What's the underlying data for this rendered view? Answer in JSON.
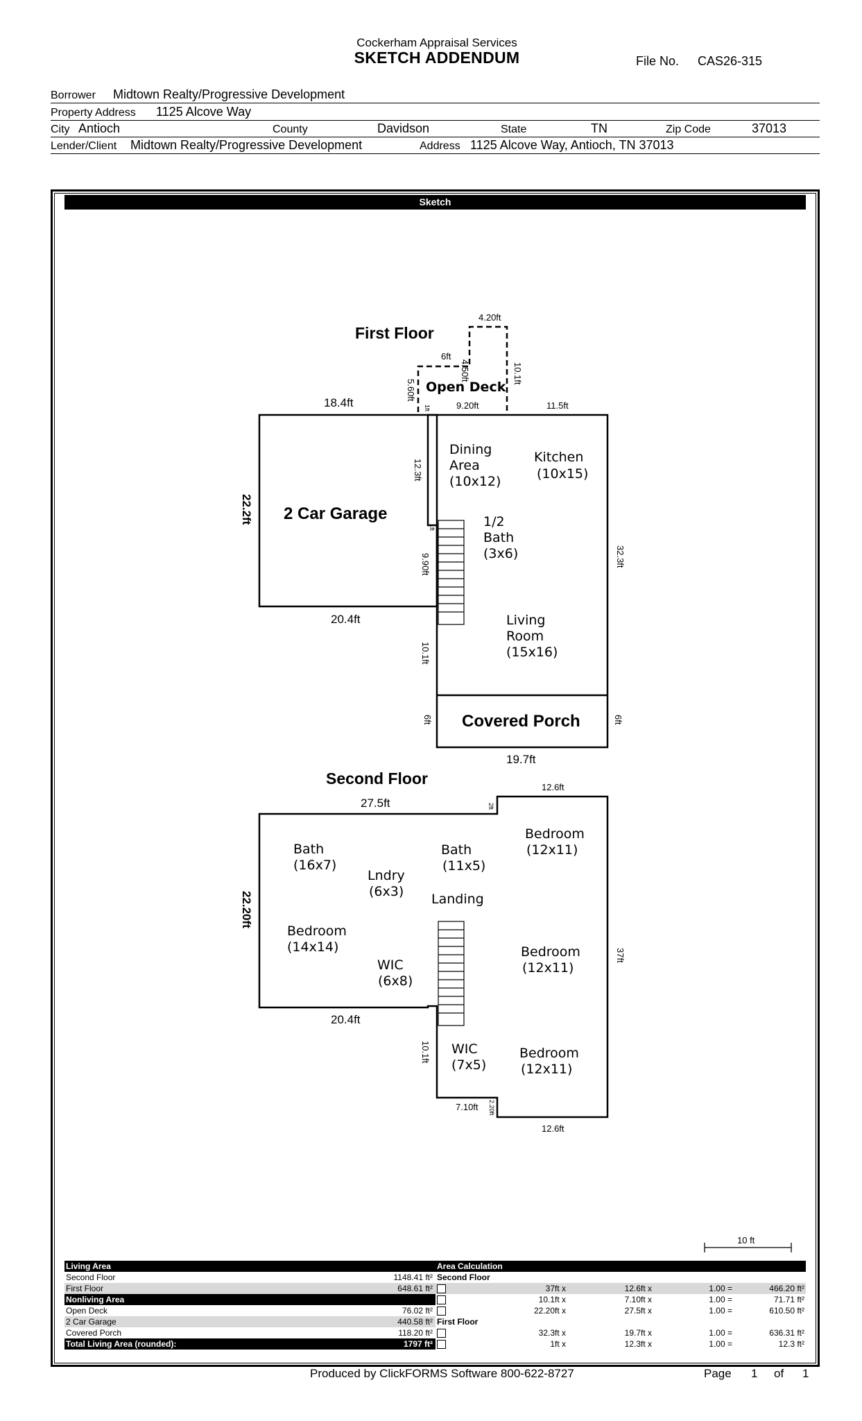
{
  "header": {
    "company": "Cockerham Appraisal Services",
    "title": "SKETCH ADDENDUM",
    "file_no_label": "File No.",
    "file_no": "CAS26-315"
  },
  "info": {
    "borrower_label": "Borrower",
    "borrower": "Midtown Realty/Progressive Development",
    "property_address_label": "Property Address",
    "property_address": "1125 Alcove Way",
    "city_label": "City",
    "city": "Antioch",
    "county_label": "County",
    "county": "Davidson",
    "state_label": "State",
    "state": "TN",
    "zip_label": "Zip Code",
    "zip": "37013",
    "lender_label": "Lender/Client",
    "lender": "Midtown Realty/Progressive Development",
    "address_label": "Address",
    "address": "1125 Alcove Way, Antioch, TN 37013"
  },
  "sketch": {
    "bar_label": "Sketch",
    "first_floor": {
      "title": "First Floor",
      "rooms": {
        "open_deck": "Open Deck",
        "garage": "2 Car Garage",
        "dining_1": "Dining",
        "dining_2": "Area",
        "dining_3": "(10x12)",
        "kitchen_1": "Kitchen",
        "kitchen_2": "(10x15)",
        "bath_1": "1/2",
        "bath_2": "Bath",
        "bath_3": "(3x6)",
        "living_1": "Living",
        "living_2": "Room",
        "living_3": "(15x16)",
        "porch": "Covered Porch"
      },
      "dims": {
        "deck_top": "4.20ft",
        "deck_side": "4.50ft",
        "deck_step": "6ft",
        "deck_right": "10.1ft",
        "deck_left": "5.60ft",
        "deck_bottom": "9.20ft",
        "deck_tiny": "1ft",
        "garage_top": "18.4ft",
        "kitchen_top": "11.5ft",
        "garage_side": "22.2ft",
        "dining_side": "12.3ft",
        "bath_tiny": "1ft",
        "stair_side": "9.90ft",
        "right_side": "32.3ft",
        "garage_bottom": "20.4ft",
        "living_side": "10.1ft",
        "porch_left": "6ft",
        "porch_right": "6ft",
        "porch_bottom": "19.7ft"
      }
    },
    "second_floor": {
      "title": "Second Floor",
      "rooms": {
        "bath1_1": "Bath",
        "bath1_2": "(16x7)",
        "lndry_1": "Lndry",
        "lndry_2": "(6x3)",
        "bath2_1": "Bath",
        "bath2_2": "(11x5)",
        "bed1_1": "Bedroom",
        "bed1_2": "(12x11)",
        "landing": "Landing",
        "bed2_1": "Bedroom",
        "bed2_2": "(14x14)",
        "wic1_1": "WIC",
        "wic1_2": "(6x8)",
        "bed3_1": "Bedroom",
        "bed3_2": "(12x11)",
        "wic2_1": "WIC",
        "wic2_2": "(7x5)",
        "bed4_1": "Bedroom",
        "bed4_2": "(12x11)"
      },
      "dims": {
        "top_left": "27.5ft",
        "top_right": "12.6ft",
        "tiny_top": "2ft",
        "left_side": "22.20ft",
        "right_side": "37ft",
        "bottom_left": "20.4ft",
        "lower_side": "10.1ft",
        "bottom_mid": "7.10ft",
        "tiny_bottom": "2.20ft",
        "bottom_right": "12.6ft"
      }
    },
    "scale_label": "10 ft"
  },
  "area_table": {
    "living_area_label": "Living Area",
    "area_calc_label": "Area Calculation",
    "rows_left": [
      {
        "label": "Second Floor",
        "value": "1148.41 ft²"
      },
      {
        "label": "First Floor",
        "value": "648.61 ft²"
      },
      {
        "label": "Nonliving Area",
        "value": ""
      },
      {
        "label": "Open Deck",
        "value": "76.02 ft²"
      },
      {
        "label": "2 Car Garage",
        "value": "440.58 ft²"
      },
      {
        "label": "Covered Porch",
        "value": "118.20 ft²"
      },
      {
        "label": "Total Living Area (rounded):",
        "value": "1797 ft²"
      }
    ],
    "rows_right": [
      {
        "section": "Second Floor",
        "a": "",
        "b": "",
        "f": "",
        "r": ""
      },
      {
        "section": "",
        "a": "37ft x",
        "b": "12.6ft x",
        "f": "1.00 =",
        "r": "466.20 ft²"
      },
      {
        "section": "",
        "a": "10.1ft x",
        "b": "7.10ft x",
        "f": "1.00 =",
        "r": "71.71 ft²"
      },
      {
        "section": "",
        "a": "22.20ft x",
        "b": "27.5ft x",
        "f": "1.00 =",
        "r": "610.50 ft²"
      },
      {
        "section": "First Floor",
        "a": "",
        "b": "",
        "f": "",
        "r": ""
      },
      {
        "section": "",
        "a": "32.3ft x",
        "b": "19.7ft x",
        "f": "1.00 =",
        "r": "636.31 ft²"
      },
      {
        "section": "",
        "a": "1ft x",
        "b": "12.3ft x",
        "f": "1.00 =",
        "r": "12.3 ft²"
      }
    ]
  },
  "footer": {
    "produced_by": "Produced by ClickFORMS Software 800-622-8727",
    "page_label": "Page",
    "page": "1",
    "of_label": "of",
    "total_pages": "1"
  }
}
